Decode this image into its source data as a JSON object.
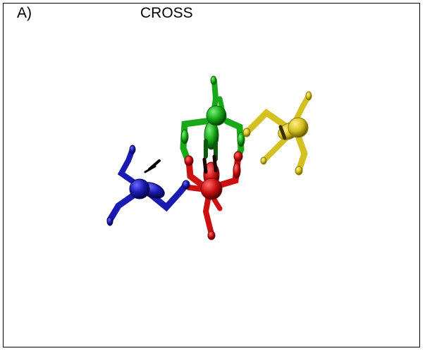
{
  "panel": {
    "label": "A)",
    "title": "CROSS"
  },
  "figures": [
    {
      "name": "blue-figure",
      "color": "#1a1ab0"
    },
    {
      "name": "red-figure",
      "color": "#cc1010"
    },
    {
      "name": "green-figure",
      "color": "#18a818"
    },
    {
      "name": "yellow-figure",
      "color": "#d4c020"
    }
  ]
}
